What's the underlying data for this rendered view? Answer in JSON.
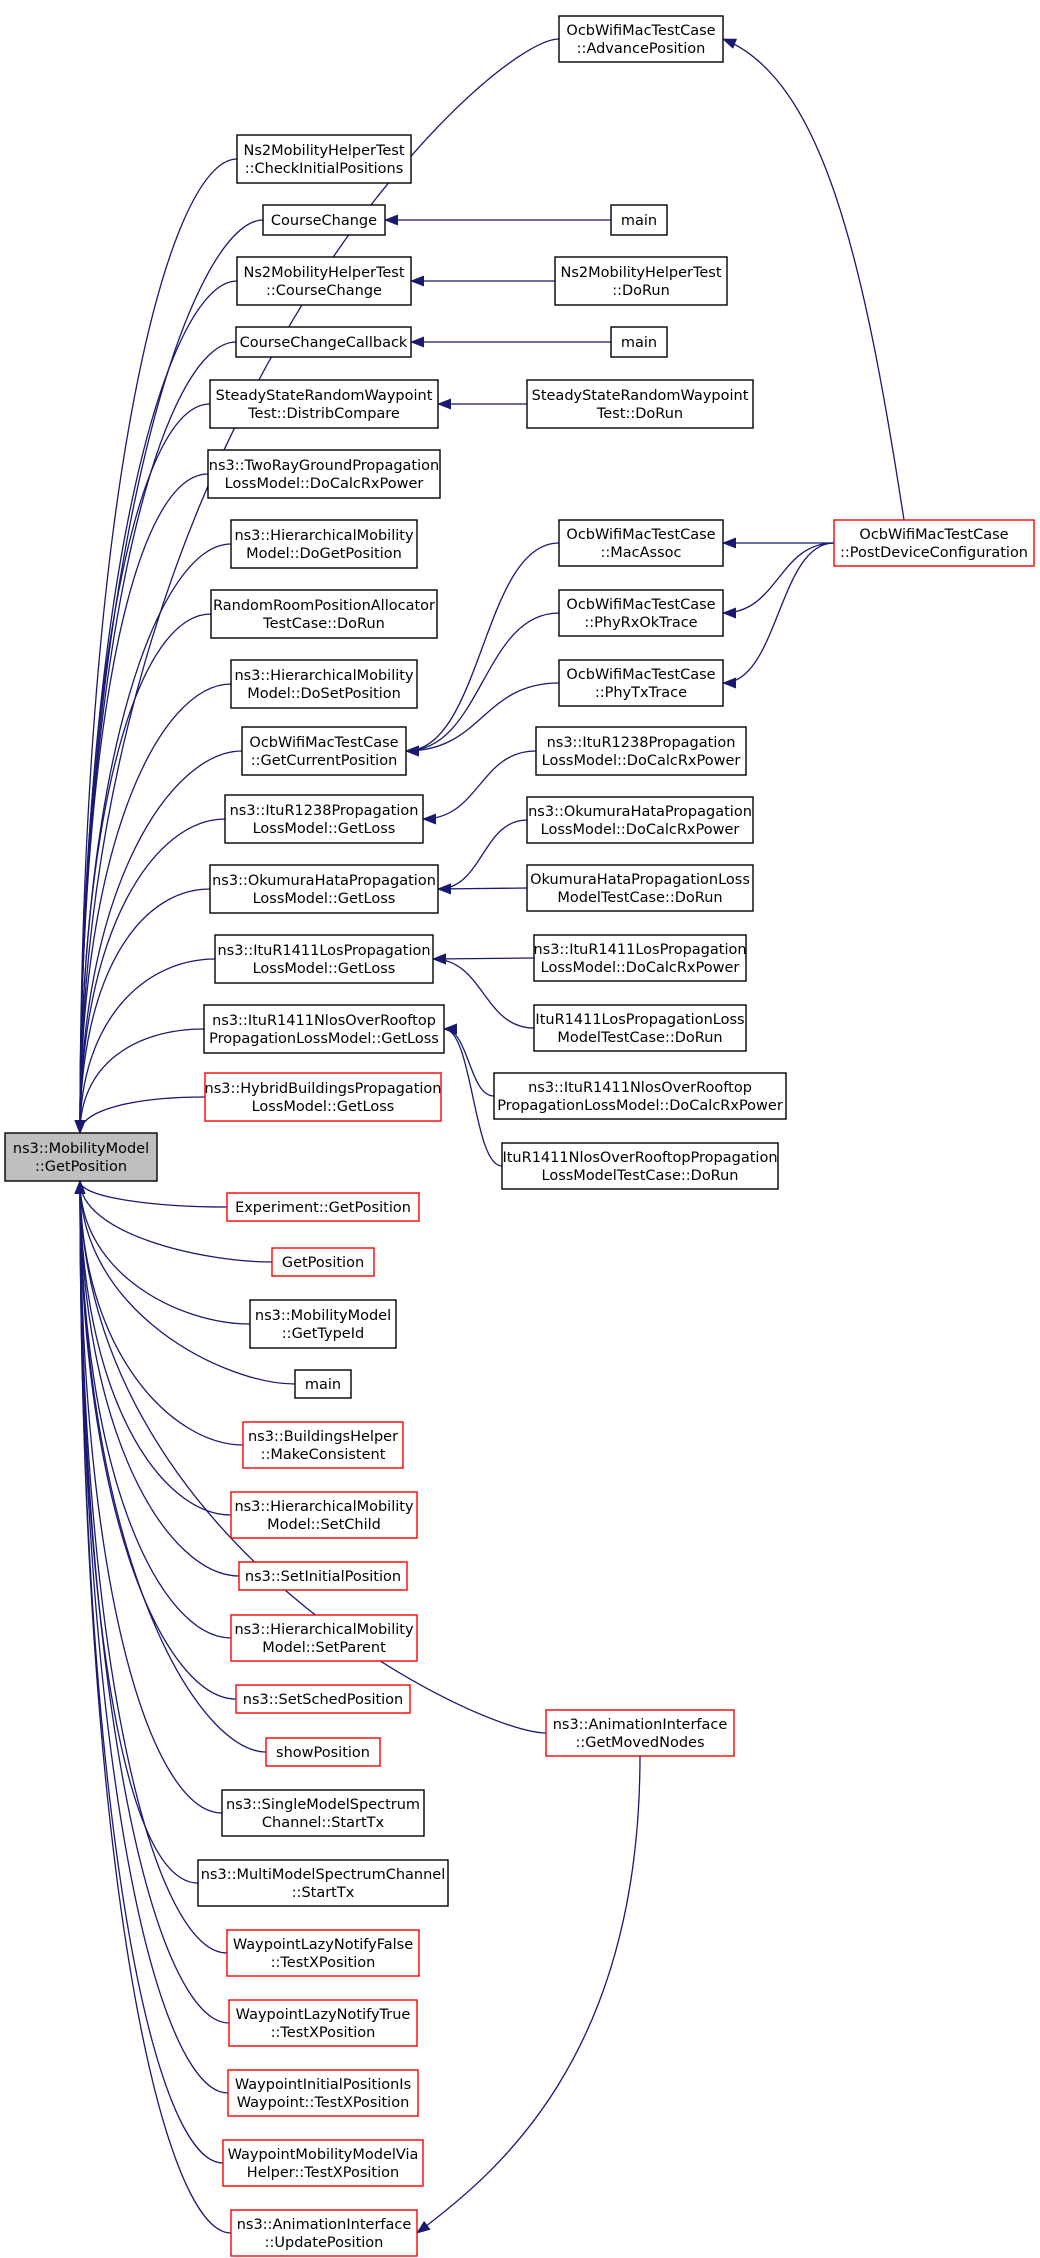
{
  "colors": {
    "edge": "#191970",
    "node_border": "#000000",
    "node_border_highlight": "#ff0000",
    "root_fill": "#bfbfbf",
    "background": "#ffffff"
  },
  "root": {
    "id": "root",
    "lines": [
      "ns3::MobilityModel",
      "::GetPosition"
    ]
  },
  "nodes": [
    {
      "id": "n_adv",
      "lines": [
        "OcbWifiMacTestCase",
        "::AdvancePosition"
      ],
      "highlight": false
    },
    {
      "id": "n_cip",
      "lines": [
        "Ns2MobilityHelperTest",
        "::CheckInitialPositions"
      ],
      "highlight": false
    },
    {
      "id": "n_cc",
      "lines": [
        "CourseChange"
      ],
      "highlight": false
    },
    {
      "id": "n_main1",
      "lines": [
        "main"
      ],
      "highlight": false
    },
    {
      "id": "n_ns2cc",
      "lines": [
        "Ns2MobilityHelperTest",
        "::CourseChange"
      ],
      "highlight": false
    },
    {
      "id": "n_ns2dorun",
      "lines": [
        "Ns2MobilityHelperTest",
        "::DoRun"
      ],
      "highlight": false
    },
    {
      "id": "n_ccb",
      "lines": [
        "CourseChangeCallback"
      ],
      "highlight": false
    },
    {
      "id": "n_main2",
      "lines": [
        "main"
      ],
      "highlight": false
    },
    {
      "id": "n_ssdc",
      "lines": [
        "SteadyStateRandomWaypoint",
        "Test::DistribCompare"
      ],
      "highlight": false
    },
    {
      "id": "n_ssdr",
      "lines": [
        "SteadyStateRandomWaypoint",
        "Test::DoRun"
      ],
      "highlight": false
    },
    {
      "id": "n_trg",
      "lines": [
        "ns3::TwoRayGroundPropagation",
        "LossModel::DoCalcRxPower"
      ],
      "highlight": false
    },
    {
      "id": "n_hmgp",
      "lines": [
        "ns3::HierarchicalMobility",
        "Model::DoGetPosition"
      ],
      "highlight": false
    },
    {
      "id": "n_rrpa",
      "lines": [
        "RandomRoomPositionAllocator",
        "TestCase::DoRun"
      ],
      "highlight": false
    },
    {
      "id": "n_hmsp",
      "lines": [
        "ns3::HierarchicalMobility",
        "Model::DoSetPosition"
      ],
      "highlight": false
    },
    {
      "id": "n_gcp",
      "lines": [
        "OcbWifiMacTestCase",
        "::GetCurrentPosition"
      ],
      "highlight": false
    },
    {
      "id": "n_macassoc",
      "lines": [
        "OcbWifiMacTestCase",
        "::MacAssoc"
      ],
      "highlight": false
    },
    {
      "id": "n_phyrx",
      "lines": [
        "OcbWifiMacTestCase",
        "::PhyRxOkTrace"
      ],
      "highlight": false
    },
    {
      "id": "n_phytx",
      "lines": [
        "OcbWifiMacTestCase",
        "::PhyTxTrace"
      ],
      "highlight": false
    },
    {
      "id": "n_pdc",
      "lines": [
        "OcbWifiMacTestCase",
        "::PostDeviceConfiguration"
      ],
      "highlight": true
    },
    {
      "id": "n_itu1238gl",
      "lines": [
        "ns3::ItuR1238Propagation",
        "LossModel::GetLoss"
      ],
      "highlight": false
    },
    {
      "id": "n_itu1238rx",
      "lines": [
        "ns3::ItuR1238Propagation",
        "LossModel::DoCalcRxPower"
      ],
      "highlight": false
    },
    {
      "id": "n_ohgl",
      "lines": [
        "ns3::OkumuraHataPropagation",
        "LossModel::GetLoss"
      ],
      "highlight": false
    },
    {
      "id": "n_ohrx",
      "lines": [
        "ns3::OkumuraHataPropagation",
        "LossModel::DoCalcRxPower"
      ],
      "highlight": false
    },
    {
      "id": "n_ohtc",
      "lines": [
        "OkumuraHataPropagationLoss",
        "ModelTestCase::DoRun"
      ],
      "highlight": false
    },
    {
      "id": "n_losgl",
      "lines": [
        "ns3::ItuR1411LosPropagation",
        "LossModel::GetLoss"
      ],
      "highlight": false
    },
    {
      "id": "n_losrx",
      "lines": [
        "ns3::ItuR1411LosPropagation",
        "LossModel::DoCalcRxPower"
      ],
      "highlight": false
    },
    {
      "id": "n_lostc",
      "lines": [
        "ItuR1411LosPropagationLoss",
        "ModelTestCase::DoRun"
      ],
      "highlight": false
    },
    {
      "id": "n_nlosgl",
      "lines": [
        "ns3::ItuR1411NlosOverRooftop",
        "PropagationLossModel::GetLoss"
      ],
      "highlight": false
    },
    {
      "id": "n_nlosrx",
      "lines": [
        "ns3::ItuR1411NlosOverRooftop",
        "PropagationLossModel::DoCalcRxPower"
      ],
      "highlight": false
    },
    {
      "id": "n_nlostc",
      "lines": [
        "ItuR1411NlosOverRooftopPropagation",
        "LossModelTestCase::DoRun"
      ],
      "highlight": false
    },
    {
      "id": "n_hybrid",
      "lines": [
        "ns3::HybridBuildingsPropagation",
        "LossModel::GetLoss"
      ],
      "highlight": true
    },
    {
      "id": "n_expgp",
      "lines": [
        "Experiment::GetPosition"
      ],
      "highlight": true
    },
    {
      "id": "n_getpos",
      "lines": [
        "GetPosition"
      ],
      "highlight": true
    },
    {
      "id": "n_typeid",
      "lines": [
        "ns3::MobilityModel",
        "::GetTypeId"
      ],
      "highlight": false
    },
    {
      "id": "n_main3",
      "lines": [
        "main"
      ],
      "highlight": false
    },
    {
      "id": "n_bhmc",
      "lines": [
        "ns3::BuildingsHelper",
        "::MakeConsistent"
      ],
      "highlight": true
    },
    {
      "id": "n_hmsc",
      "lines": [
        "ns3::HierarchicalMobility",
        "Model::SetChild"
      ],
      "highlight": true
    },
    {
      "id": "n_sip",
      "lines": [
        "ns3::SetInitialPosition"
      ],
      "highlight": true
    },
    {
      "id": "n_hmspar",
      "lines": [
        "ns3::HierarchicalMobility",
        "Model::SetParent"
      ],
      "highlight": true
    },
    {
      "id": "n_ssp",
      "lines": [
        "ns3::SetSchedPosition"
      ],
      "highlight": true
    },
    {
      "id": "n_showpos",
      "lines": [
        "showPosition"
      ],
      "highlight": true
    },
    {
      "id": "n_smsc",
      "lines": [
        "ns3::SingleModelSpectrum",
        "Channel::StartTx"
      ],
      "highlight": false
    },
    {
      "id": "n_mmsc",
      "lines": [
        "ns3::MultiModelSpectrumChannel",
        "::StartTx"
      ],
      "highlight": false
    },
    {
      "id": "n_wlnf",
      "lines": [
        "WaypointLazyNotifyFalse",
        "::TestXPosition"
      ],
      "highlight": true
    },
    {
      "id": "n_wlnt",
      "lines": [
        "WaypointLazyNotifyTrue",
        "::TestXPosition"
      ],
      "highlight": true
    },
    {
      "id": "n_wipi",
      "lines": [
        "WaypointInitialPositionIs",
        "Waypoint::TestXPosition"
      ],
      "highlight": true
    },
    {
      "id": "n_wmmv",
      "lines": [
        "WaypointMobilityModelVia",
        "Helper::TestXPosition"
      ],
      "highlight": true
    },
    {
      "id": "n_aigmn",
      "lines": [
        "ns3::AnimationInterface",
        "::GetMovedNodes"
      ],
      "highlight": true
    },
    {
      "id": "n_aiup",
      "lines": [
        "ns3::AnimationInterface",
        "::UpdatePosition"
      ],
      "highlight": true
    }
  ],
  "edges": [
    {
      "from": "n_adv",
      "to": "root"
    },
    {
      "from": "n_cip",
      "to": "root"
    },
    {
      "from": "n_cc",
      "to": "root"
    },
    {
      "from": "n_ns2cc",
      "to": "root"
    },
    {
      "from": "n_ccb",
      "to": "root"
    },
    {
      "from": "n_ssdc",
      "to": "root"
    },
    {
      "from": "n_trg",
      "to": "root"
    },
    {
      "from": "n_hmgp",
      "to": "root"
    },
    {
      "from": "n_rrpa",
      "to": "root"
    },
    {
      "from": "n_hmsp",
      "to": "root"
    },
    {
      "from": "n_gcp",
      "to": "root"
    },
    {
      "from": "n_itu1238gl",
      "to": "root"
    },
    {
      "from": "n_ohgl",
      "to": "root"
    },
    {
      "from": "n_losgl",
      "to": "root"
    },
    {
      "from": "n_nlosgl",
      "to": "root"
    },
    {
      "from": "n_hybrid",
      "to": "root"
    },
    {
      "from": "n_aigmn",
      "to": "root"
    },
    {
      "from": "n_expgp",
      "to": "root"
    },
    {
      "from": "n_getpos",
      "to": "root"
    },
    {
      "from": "n_typeid",
      "to": "root"
    },
    {
      "from": "n_main3",
      "to": "root"
    },
    {
      "from": "n_bhmc",
      "to": "root"
    },
    {
      "from": "n_hmsc",
      "to": "root"
    },
    {
      "from": "n_sip",
      "to": "root"
    },
    {
      "from": "n_hmspar",
      "to": "root"
    },
    {
      "from": "n_ssp",
      "to": "root"
    },
    {
      "from": "n_showpos",
      "to": "root"
    },
    {
      "from": "n_smsc",
      "to": "root"
    },
    {
      "from": "n_mmsc",
      "to": "root"
    },
    {
      "from": "n_wlnf",
      "to": "root"
    },
    {
      "from": "n_wlnt",
      "to": "root"
    },
    {
      "from": "n_wipi",
      "to": "root"
    },
    {
      "from": "n_wmmv",
      "to": "root"
    },
    {
      "from": "n_aiup",
      "to": "root"
    },
    {
      "from": "n_pdc",
      "to": "n_adv"
    },
    {
      "from": "n_main1",
      "to": "n_cc"
    },
    {
      "from": "n_ns2dorun",
      "to": "n_ns2cc"
    },
    {
      "from": "n_main2",
      "to": "n_ccb"
    },
    {
      "from": "n_ssdr",
      "to": "n_ssdc"
    },
    {
      "from": "n_macassoc",
      "to": "n_gcp"
    },
    {
      "from": "n_phyrx",
      "to": "n_gcp"
    },
    {
      "from": "n_phytx",
      "to": "n_gcp"
    },
    {
      "from": "n_pdc",
      "to": "n_macassoc"
    },
    {
      "from": "n_pdc",
      "to": "n_phyrx"
    },
    {
      "from": "n_pdc",
      "to": "n_phytx"
    },
    {
      "from": "n_itu1238rx",
      "to": "n_itu1238gl"
    },
    {
      "from": "n_ohrx",
      "to": "n_ohgl"
    },
    {
      "from": "n_ohtc",
      "to": "n_ohgl"
    },
    {
      "from": "n_losrx",
      "to": "n_losgl"
    },
    {
      "from": "n_lostc",
      "to": "n_losgl"
    },
    {
      "from": "n_nlosrx",
      "to": "n_nlosgl"
    },
    {
      "from": "n_nlostc",
      "to": "n_nlosgl"
    },
    {
      "from": "n_aigmn",
      "to": "n_aiup"
    }
  ]
}
